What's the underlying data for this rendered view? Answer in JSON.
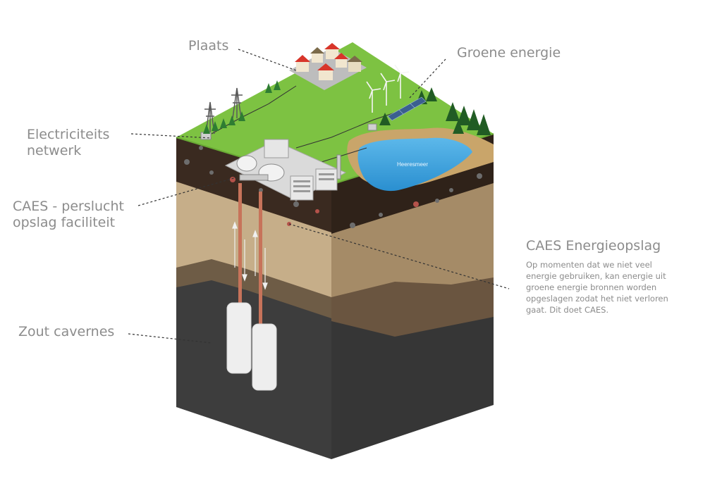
{
  "labels": {
    "plaats": "Plaats",
    "groene_energie": "Groene energie",
    "netwerk": [
      "Electriciteits",
      "netwerk"
    ],
    "caes_faciliteit": [
      "CAES - perslucht",
      "opslag faciliteit"
    ],
    "zout_cavernes": "Zout cavernes",
    "lake": "Heeresmeer"
  },
  "info": {
    "title": "CAES Energieopslag",
    "lines": [
      "Op momenten dat we niet veel",
      "energie gebruiken, kan energie uit",
      "groene energie bronnen worden",
      "opgeslagen zodat het niet verloren",
      "gaat. Dit doet CAES."
    ]
  },
  "colors": {
    "grass": "#7dc242",
    "topsoil": "#3b2a20",
    "sand": "#c4ac87",
    "clay": "#8a7356",
    "rock": "#3f3f3f",
    "water": "#3aa0dc",
    "pipe": "#c7735a",
    "label_text": "#8c8c8c"
  }
}
